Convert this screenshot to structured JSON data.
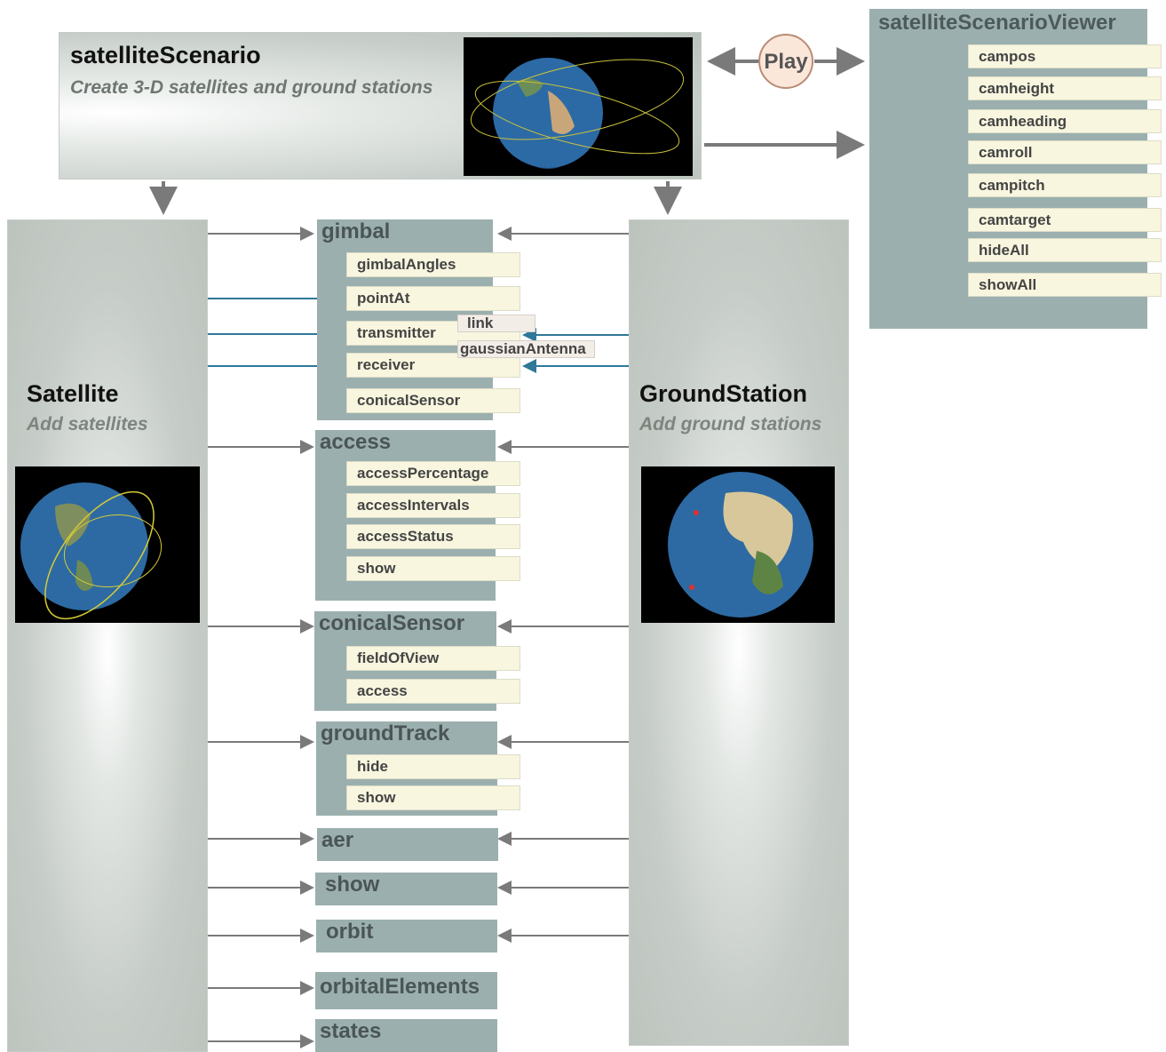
{
  "scenario": {
    "title": "satelliteScenario",
    "subtitle": "Create 3-D satellites and ground stations"
  },
  "play": {
    "label": "Play"
  },
  "viewer": {
    "title": "satelliteScenarioViewer",
    "items": [
      "campos",
      "camheight",
      "camheading",
      "camroll",
      "campitch",
      "camtarget",
      "hideAll",
      "showAll"
    ]
  },
  "satellite": {
    "title": "Satellite",
    "subtitle": "Add satellites"
  },
  "groundstation": {
    "title": "GroundStation",
    "subtitle": "Add ground stations"
  },
  "gimbal": {
    "title": "gimbal",
    "items": [
      "gimbalAngles",
      "pointAt",
      "transmitter",
      "receiver",
      "conicalSensor"
    ]
  },
  "tags": {
    "link": "link",
    "gaussianAntenna": "gaussianAntenna"
  },
  "access": {
    "title": "access",
    "items": [
      "accessPercentage",
      "accessIntervals",
      "accessStatus",
      "show"
    ]
  },
  "conicalSensor": {
    "title": "conicalSensor",
    "items": [
      "fieldOfView",
      "access"
    ]
  },
  "groundTrack": {
    "title": "groundTrack",
    "items": [
      "hide",
      "show"
    ]
  },
  "methods": [
    "aer",
    "show",
    "orbit",
    "orbitalElements",
    "states"
  ],
  "colors": {
    "panel": "#9bafae",
    "item": "#f8f6df",
    "arrow_gray": "#7a7a7a",
    "arrow_blue": "#2f7898",
    "play_fill": "#fbe6da"
  }
}
